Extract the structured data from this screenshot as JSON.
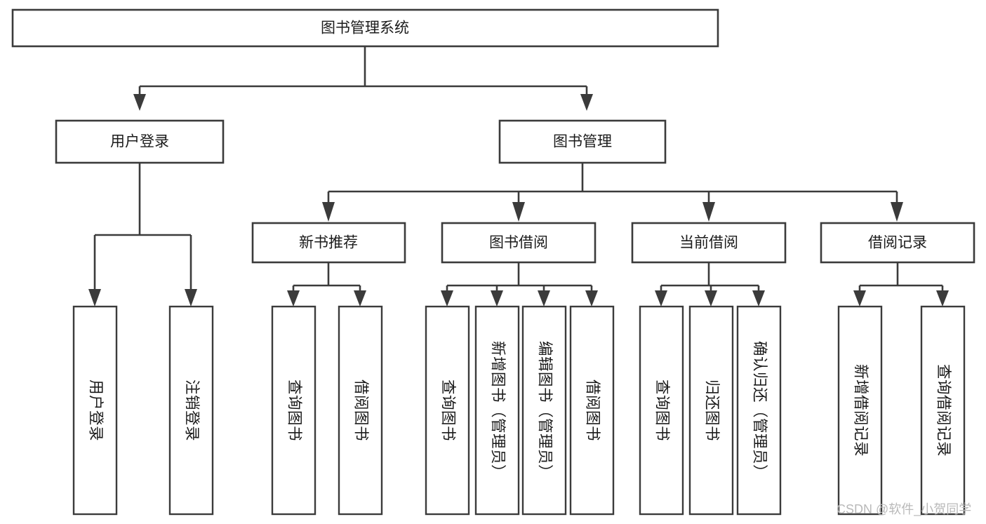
{
  "diagram": {
    "title": "图书管理系统",
    "type": "tree-hierarchy",
    "root": {
      "id": "root",
      "label": "图书管理系统"
    },
    "level2": [
      {
        "id": "user-login",
        "label": "用户登录"
      },
      {
        "id": "book-manage",
        "label": "图书管理"
      }
    ],
    "level3": [
      {
        "id": "new-book-recommend",
        "label": "新书推荐",
        "parent": "book-manage"
      },
      {
        "id": "book-borrow",
        "label": "图书借阅",
        "parent": "book-manage"
      },
      {
        "id": "current-borrow",
        "label": "当前借阅",
        "parent": "book-manage"
      },
      {
        "id": "borrow-record",
        "label": "借阅记录",
        "parent": "book-manage"
      }
    ],
    "leaves": {
      "user-login": [
        {
          "id": "leaf-user-login",
          "label": "用户登录"
        },
        {
          "id": "leaf-logout-login",
          "label": "注销登录"
        }
      ],
      "new-book-recommend": [
        {
          "id": "leaf-query-book-1",
          "label": "查询图书"
        },
        {
          "id": "leaf-borrow-book-1",
          "label": "借阅图书"
        }
      ],
      "book-borrow": [
        {
          "id": "leaf-query-book-2",
          "label": "查询图书"
        },
        {
          "id": "leaf-add-book",
          "label": "新增图书（管理员）"
        },
        {
          "id": "leaf-edit-book",
          "label": "编辑图书（管理员）"
        },
        {
          "id": "leaf-borrow-book-2",
          "label": "借阅图书"
        }
      ],
      "current-borrow": [
        {
          "id": "leaf-query-book-3",
          "label": "查询图书"
        },
        {
          "id": "leaf-return-book",
          "label": "归还图书"
        },
        {
          "id": "leaf-confirm-return",
          "label": "确认归还（管理员）"
        }
      ],
      "borrow-record": [
        {
          "id": "leaf-add-record",
          "label": "新增借阅记录"
        },
        {
          "id": "leaf-query-record",
          "label": "查询借阅记录"
        }
      ]
    }
  },
  "watermark": {
    "text": "CSDN @软件_小贺同学"
  },
  "colors": {
    "stroke": "#3b3b3b",
    "box_fill": "#ffffff",
    "text": "#1b1b1b",
    "watermark": "#b9b9b9",
    "background": "#ffffff"
  }
}
